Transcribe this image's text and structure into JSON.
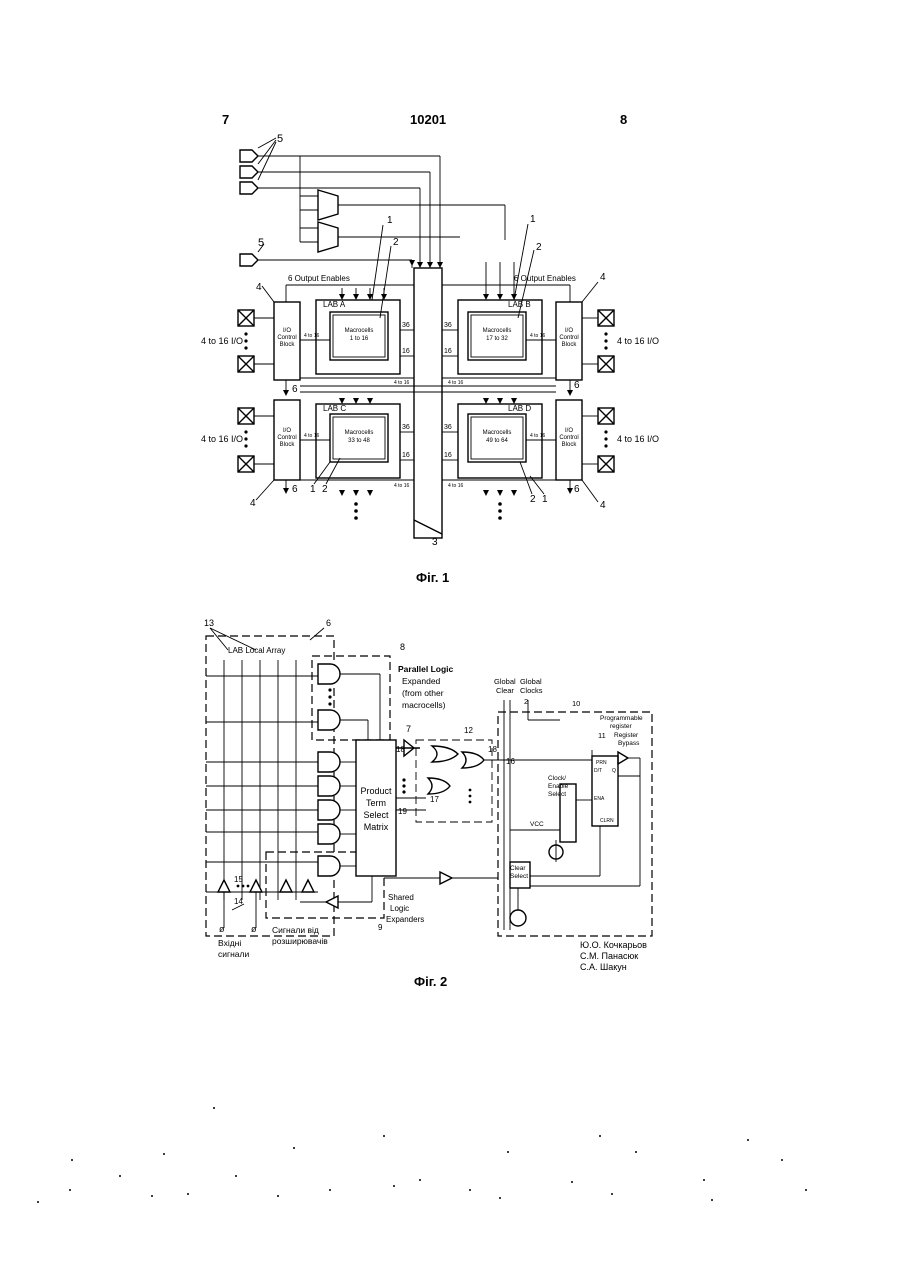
{
  "header": {
    "left_page": "7",
    "doc_number": "10201",
    "right_page": "8"
  },
  "fig1": {
    "caption": "Фіг. 1",
    "output_enables_left": "6 Output Enables",
    "output_enables_right": "6 Output Enables",
    "io_block_label": [
      "I/O",
      "Control",
      "Block"
    ],
    "io_label_left": "4 to 16 I/O",
    "io_label_right": "4 to 16 I/O",
    "bus_36": "36",
    "bus_16": "16",
    "bus_4to16": "4 to 16",
    "labs": [
      {
        "name": "LAB A",
        "mc": "Macrocells",
        "range": "1 to 16"
      },
      {
        "name": "LAB B",
        "mc": "Macrocells",
        "range": "17 to 32"
      },
      {
        "name": "LAB C",
        "mc": "Macrocells",
        "range": "33 to 48"
      },
      {
        "name": "LAB D",
        "mc": "Macrocells",
        "range": "49 to 64"
      }
    ],
    "refs": {
      "r1": "1",
      "r2": "2",
      "r3": "3",
      "r4": "4",
      "r5": "5",
      "r6": "6"
    }
  },
  "fig2": {
    "caption": "Фіг. 2",
    "lab_local_array": "LAB Local Array",
    "parallel_logic": [
      "Parallel Logic",
      "Expanded",
      "(from other",
      "macrocells)"
    ],
    "global_clear": [
      "Global",
      "Clear"
    ],
    "global_clocks": [
      "Global",
      "Clocks"
    ],
    "programmable_register": [
      "Programmable",
      "register"
    ],
    "register_bypass": [
      "Register",
      "Bypass"
    ],
    "pts_matrix": [
      "Product",
      "Term",
      "Select",
      "Matrix"
    ],
    "clock_enable_select": [
      "Clock/",
      "Enable",
      "Select"
    ],
    "clear_select": [
      "Clear",
      "Select"
    ],
    "shared_expanders": [
      "Shared",
      "Logic",
      "Expanders"
    ],
    "input_signals": [
      "Вхідні",
      "сигнали"
    ],
    "expander_signals": [
      "Сигнали від",
      "розширювачів"
    ],
    "reg_pins": {
      "prn": "PRN",
      "d": "D/T",
      "ena": "ENA",
      "clrn": "CLRN",
      "q": "Q"
    },
    "refs": {
      "r2": "2",
      "r6": "6",
      "r7": "7",
      "r8": "8",
      "r9": "9",
      "r10": "10",
      "r11": "11",
      "r12": "12",
      "r13": "13",
      "r14": "14",
      "r15": "15",
      "r16": "16",
      "r17": "17",
      "r18": "18",
      "r19": "19"
    },
    "vcc": "VCC"
  },
  "authors": [
    "Ю.О. Кочкарьов",
    "С.М. Панасюк",
    "С.А. Шакун"
  ]
}
